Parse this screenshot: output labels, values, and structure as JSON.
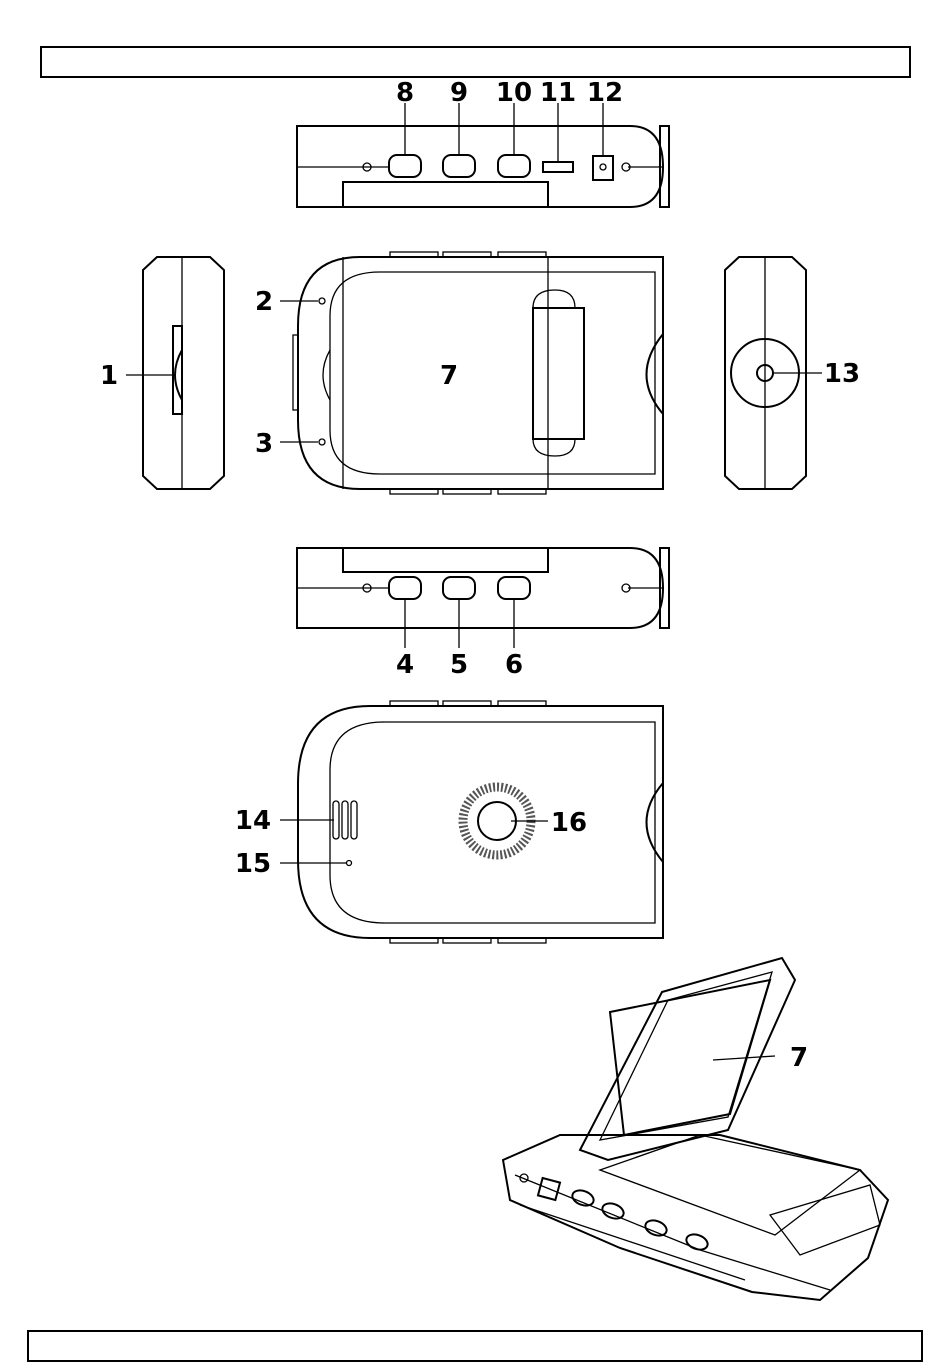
{
  "header": {
    "text": ""
  },
  "footer": {
    "text": ""
  },
  "callouts": {
    "c1": "1",
    "c2": "2",
    "c3": "3",
    "c4": "4",
    "c5": "5",
    "c6": "6",
    "c7": "7",
    "c7b": "7",
    "c8": "8",
    "c9": "9",
    "c10": "10",
    "c11": "11",
    "c12": "12",
    "c13": "13",
    "c14": "14",
    "c15": "15",
    "c16": "16"
  }
}
